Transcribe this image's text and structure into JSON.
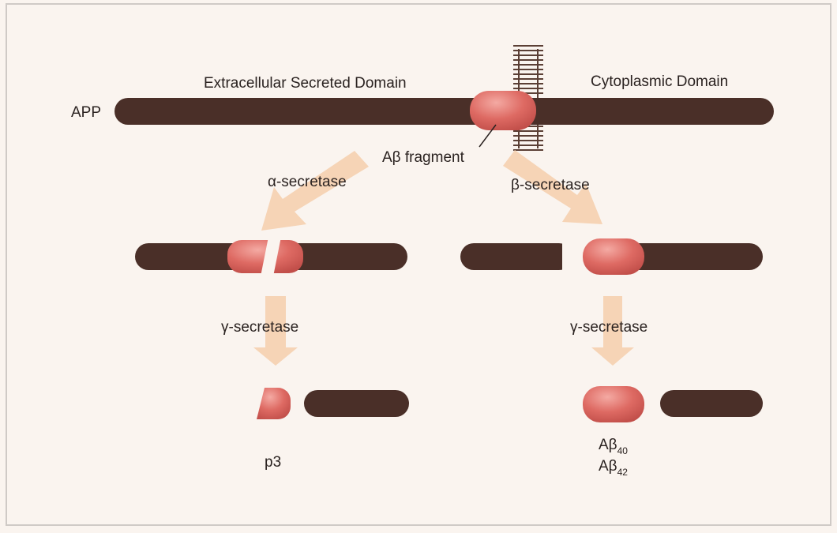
{
  "labels": {
    "app": "APP",
    "extracellular_domain": "Extracellular Secreted Domain",
    "cytoplasmic_domain": "Cytoplasmic Domain",
    "abeta_fragment": "Aβ fragment",
    "alpha_secretase": "α-secretase",
    "beta_secretase": "β-secretase",
    "gamma_secretase_left": "γ-secretase",
    "gamma_secretase_right": "γ-secretase",
    "p3": "p3",
    "abeta40_base": "Aβ",
    "abeta40_sub": "40",
    "abeta42_base": "Aβ",
    "abeta42_sub": "42"
  },
  "colors": {
    "background": "#faf4ef",
    "border": "#cfcac6",
    "protein": "#4a2f28",
    "fragment": "#d9645f",
    "fragment_highlight": "#f3a7a0",
    "arrow": "#f6d4b6",
    "membrane": "#5b3f35"
  }
}
